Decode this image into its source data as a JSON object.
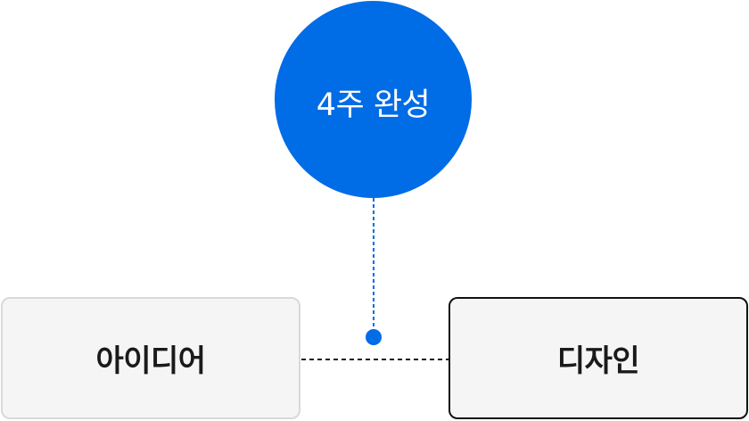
{
  "diagram": {
    "center_node": {
      "label": "4주 완성",
      "color": "#006ce6"
    },
    "left_node": {
      "label": "아이디어"
    },
    "right_node": {
      "label": "디자인"
    },
    "connector_color": "#006ce6",
    "line_color": "#222222"
  }
}
